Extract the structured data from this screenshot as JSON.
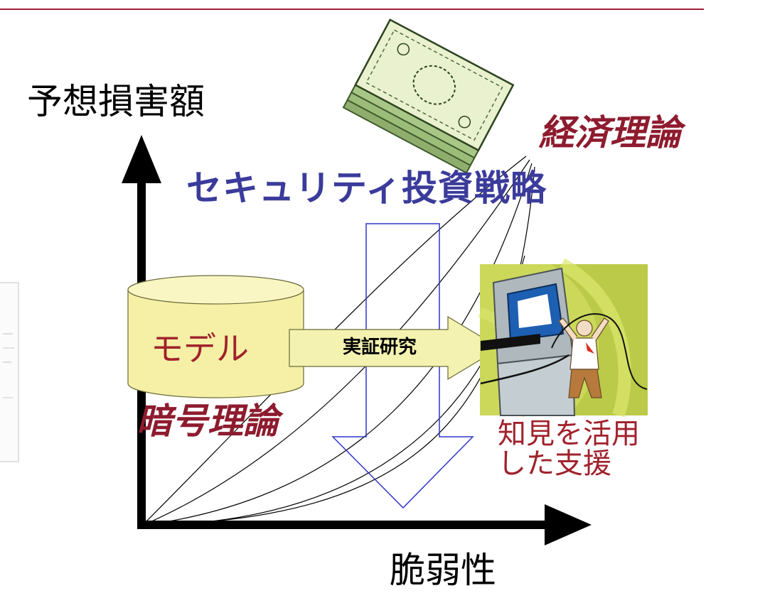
{
  "axes": {
    "y_label": "予想損害額",
    "x_label": "脆弱性"
  },
  "title": "セキュリティ投資戦略",
  "labels": {
    "economics": "経済理論",
    "cryptography": "暗号理論",
    "model": "モデル",
    "empirical_research": "実証研究",
    "support_line1": "知見を活用",
    "support_line2": "した支援"
  },
  "icons": [
    "money-stack-icon",
    "computer-user-icon",
    "database-cylinder-icon",
    "scanned-sheet-icon"
  ],
  "colors": {
    "title": "#3b3b9c",
    "theory_labels": "#8e1b2e",
    "model_text": "#a0222c",
    "cylinder_fill": "#f5f0a6",
    "arrow_fill": "#f3f2b0",
    "rule": "#a01e3c",
    "down_arrow": "#2f37c8"
  }
}
